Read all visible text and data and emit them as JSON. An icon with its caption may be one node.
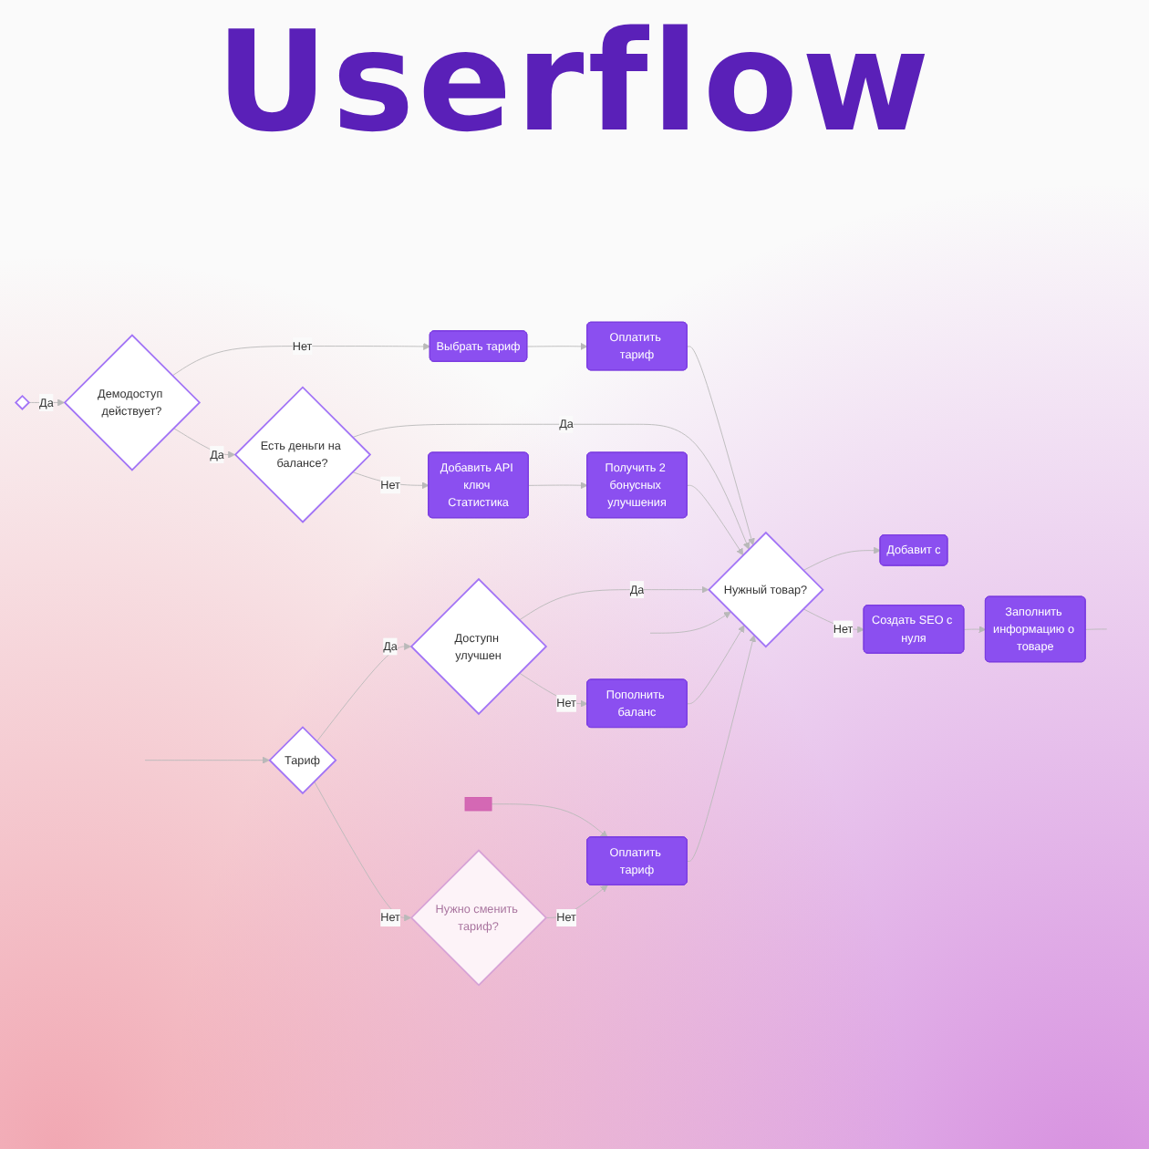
{
  "diagram": {
    "title": "Userflow",
    "nodes": [
      {
        "text": [],
        "shape": "diamond"
      },
      {
        "text": [
          "Демодоступ действует?"
        ]
      },
      {
        "text": [
          "Выбрать тариф"
        ]
      },
      {
        "text": [
          "Оплатить тариф"
        ]
      },
      {
        "text": [
          "Есть деньги на балансе?"
        ]
      },
      {
        "text": [
          "Добавить API ключ Статистика"
        ]
      },
      {
        "text": [
          "Получить 2 бонусных улучшения"
        ]
      },
      {
        "text": [
          "Нужный товар?"
        ]
      },
      {
        "text": [
          "Добавит с"
        ]
      },
      {
        "text": [
          "Создать SEO с нуля"
        ]
      },
      {
        "text": [
          "Заполнить информацию о товаре"
        ]
      },
      {
        "text": [
          "Тариф"
        ]
      },
      {
        "text": [
          "Доступн улучшен"
        ]
      },
      {
        "text": [
          "Пополнить баланс"
        ]
      },
      {
        "text": [
          "Нужно сменить тариф?"
        ]
      },
      {
        "text": [
          "Оплатить тариф"
        ]
      },
      {
        "text": [],
        "shape": "box"
      }
    ],
    "edges": [
      {
        "from": 0,
        "to": 1,
        "arrow": "to",
        "label": "Да"
      },
      {
        "from": 1,
        "to": 2,
        "arrow": "to",
        "label": "Нет"
      },
      {
        "from": 2,
        "to": 3,
        "arrow": "to"
      },
      {
        "from": 1,
        "to": 4,
        "arrow": "to",
        "label": "Да"
      },
      {
        "from": 4,
        "to": 7,
        "arrow": "to",
        "label": "Да"
      },
      {
        "from": 4,
        "to": 5,
        "arrow": "to",
        "label": "Нет"
      },
      {
        "from": 5,
        "to": 6,
        "arrow": "to"
      },
      {
        "from": 3,
        "to": 7,
        "arrow": "to"
      },
      {
        "from": 6,
        "to": 7,
        "arrow": "to"
      },
      {
        "from": null,
        "to": 7,
        "arrow": "to"
      },
      {
        "from": 7,
        "to": 8,
        "arrow": "to"
      },
      {
        "from": 7,
        "to": 9,
        "arrow": "to",
        "label": "Нет"
      },
      {
        "from": 9,
        "to": 10,
        "arrow": "to"
      },
      {
        "from": 10,
        "to": null,
        "arrow": "none"
      },
      {
        "from": null,
        "to": 11,
        "arrow": "to"
      },
      {
        "from": 11,
        "to": 12,
        "arrow": "to",
        "label": "Да"
      },
      {
        "from": 11,
        "to": 14,
        "arrow": "to",
        "label": "Нет"
      },
      {
        "from": 12,
        "to": 7,
        "arrow": "to",
        "label": "Да"
      },
      {
        "from": 12,
        "to": 13,
        "arrow": "to",
        "label": "Нет"
      },
      {
        "from": 13,
        "to": 7,
        "arrow": "to"
      },
      {
        "from": 14,
        "to": 15,
        "arrow": "to",
        "label": "Нет"
      },
      {
        "from": 16,
        "to": 15,
        "arrow": "to"
      },
      {
        "from": 15,
        "to": 7,
        "arrow": "to"
      }
    ]
  }
}
